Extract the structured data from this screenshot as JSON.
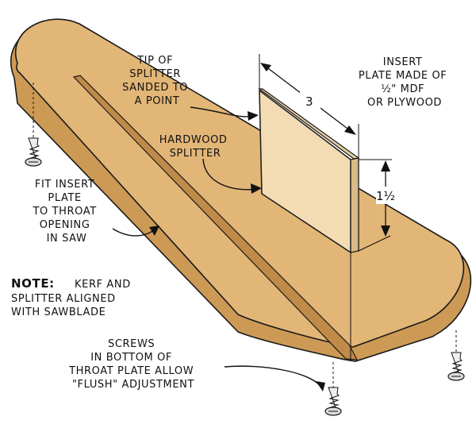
{
  "labels": {
    "splitter_tip": [
      "TIP OF",
      "SPLITTER",
      "SANDED TO",
      "A POINT"
    ],
    "insert_plate": [
      "INSERT",
      "PLATE MADE OF",
      "½\" MDF",
      "OR PLYWOOD"
    ],
    "hardwood_splitter": [
      "HARDWOOD",
      "SPLITTER"
    ],
    "fit_insert": [
      "FIT INSERT",
      "PLATE",
      "TO THROAT",
      "OPENING",
      "IN SAW"
    ],
    "note_heading": "NOTE:",
    "note_lines": [
      "KERF AND",
      "SPLITTER ALIGNED",
      "WITH SAWBLADE"
    ],
    "screws": [
      "SCREWS",
      "IN BOTTOM OF",
      "THROAT PLATE ALLOW",
      "\"FLUSH\" ADJUSTMENT"
    ]
  },
  "dimensions": {
    "splitter_length": "3",
    "splitter_height": "1½"
  },
  "colors": {
    "plate_top": "#e2b677",
    "plate_edge": "#cd9a55",
    "splitter_face": "#f3dcb4",
    "splitter_edge": "#d9ba88",
    "outline": "#1a1a1a"
  },
  "icons": [
    "wood-screw-icon",
    "wood-screw-icon",
    "wood-screw-icon"
  ]
}
